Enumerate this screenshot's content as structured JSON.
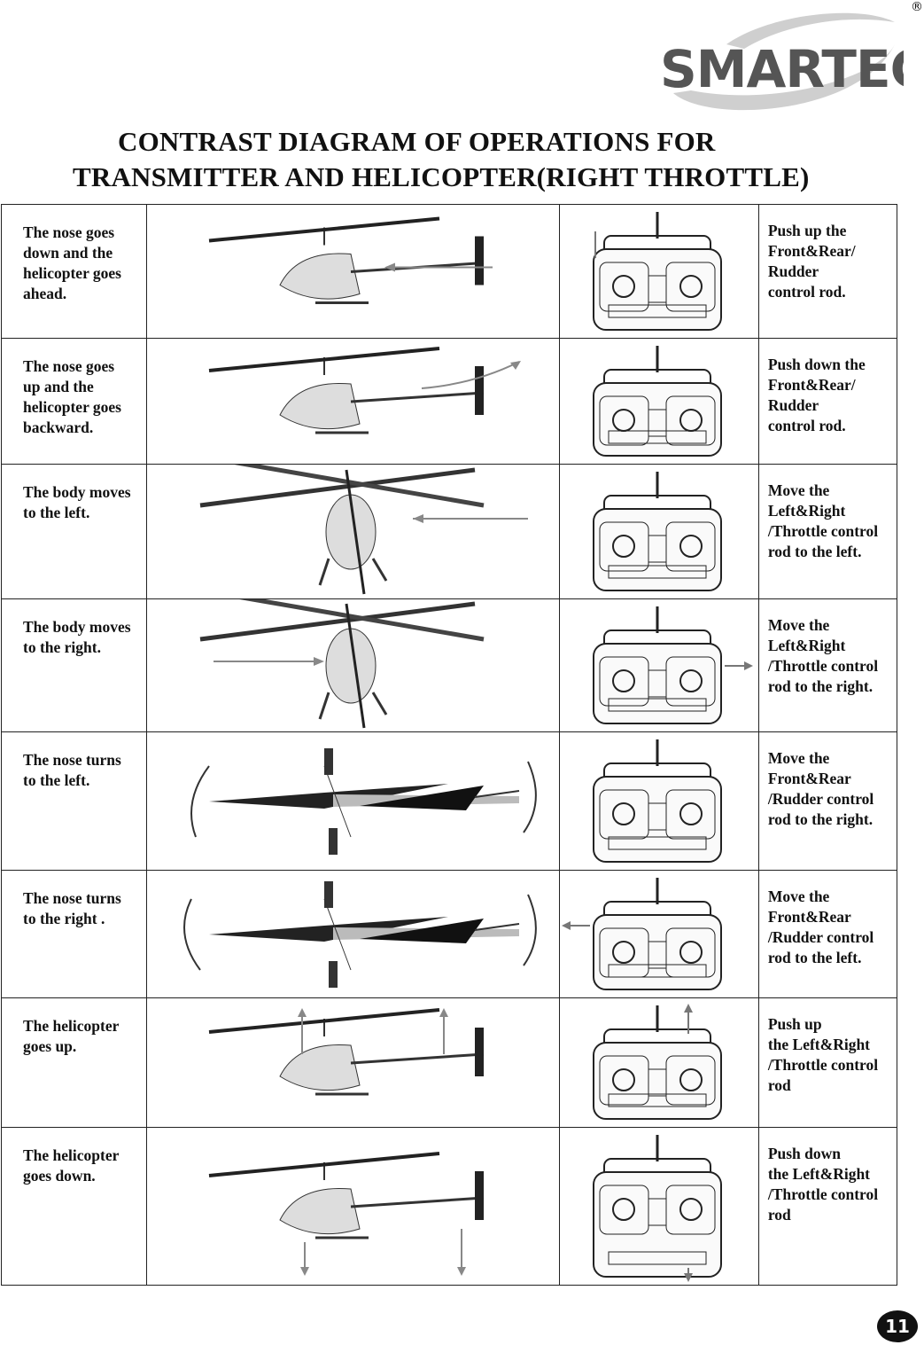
{
  "brand": {
    "name": "SMARTECH",
    "registered_mark": "®"
  },
  "title": {
    "line1": "CONTRAST  DIAGRAM OF OPERATIONS  FOR",
    "line2": "TRANSMITTER AND HELICOPTER(RIGHT THROTTLE)"
  },
  "rows": [
    {
      "desc": "The  nose goes\ndown and the\nhelicopter goes\nahead.",
      "instr": "Push  up the\nFront&Rear/\nRudder\ncontrol rod.",
      "heli_icon": "helicopter-nose-down-icon",
      "tx_icon": "transmitter-stick-up-icon"
    },
    {
      "desc": "The  nose goes\nup  and the\nhelicopter goes\nbackward.",
      "instr": "Push  down the\nFront&Rear/\nRudder\ncontrol rod.",
      "heli_icon": "helicopter-nose-up-icon",
      "tx_icon": "transmitter-stick-down-icon"
    },
    {
      "desc": "The  body  moves\nto the left.",
      "instr": "Move  the\nLeft&Right\n/Throttle control\nrod to the left.",
      "heli_icon": "helicopter-move-left-icon",
      "tx_icon": "transmitter-stick-left-icon"
    },
    {
      "desc": "The  body  moves\nto the right.",
      "instr": "Move  the\nLeft&Right\n/Throttle control\nrod to the right.",
      "heli_icon": "helicopter-move-right-icon",
      "tx_icon": "transmitter-stick-right-icon"
    },
    {
      "desc": "The  nose  turns\nto the left.",
      "instr": "Move the\nFront&Rear\n/Rudder control\nrod to the right.",
      "heli_icon": "helicopter-turn-left-icon",
      "tx_icon": "transmitter-rudder-right-icon"
    },
    {
      "desc": "The  nose turns\nto the right .",
      "instr": "Move the\nFront&Rear\n/Rudder control\nrod to the left.",
      "heli_icon": "helicopter-turn-right-icon",
      "tx_icon": "transmitter-rudder-left-icon"
    },
    {
      "desc": "The helicopter\ngoes up.",
      "instr": "Push up\nthe Left&Right\n/Throttle control\nrod",
      "heli_icon": "helicopter-ascend-icon",
      "tx_icon": "transmitter-throttle-up-icon"
    },
    {
      "desc": "The helicopter\ngoes down.",
      "instr": "Push down\nthe Left&Right\n/Throttle control\nrod",
      "heli_icon": "helicopter-descend-icon",
      "tx_icon": "transmitter-throttle-down-icon"
    }
  ],
  "page_number": "11"
}
